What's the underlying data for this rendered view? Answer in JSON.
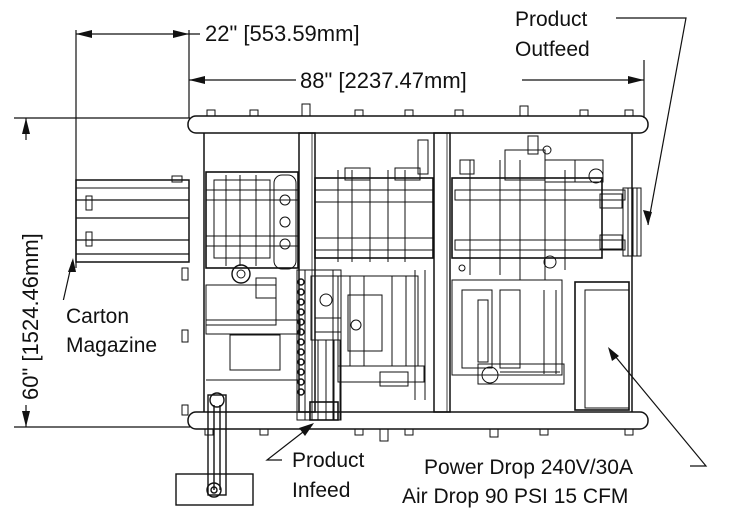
{
  "dimensions": {
    "magazine_width": "22\" [553.59mm]",
    "overall_length": "88\" [2237.47mm]",
    "overall_height": "60\" [1524.46mm]"
  },
  "labels": {
    "product_outfeed_line1": "Product",
    "product_outfeed_line2": "Outfeed",
    "carton_magazine_line1": "Carton",
    "carton_magazine_line2": "Magazine",
    "product_infeed_line1": "Product",
    "product_infeed_line2": "Infeed",
    "power_drop": "Power Drop 240V/30A",
    "air_drop": "Air Drop 90 PSI 15 CFM"
  },
  "colors": {
    "line": "#111111",
    "background": "#ffffff"
  }
}
